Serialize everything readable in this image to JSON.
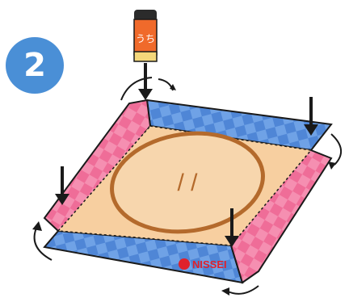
{
  "step": {
    "number": "2",
    "badge_color": "#4a8fd6"
  },
  "bottle": {
    "label": "うち",
    "color": "#f06a2b",
    "cap_color": "#2b2b2b",
    "band_color": "#f4d77a"
  },
  "mat": {
    "brand": "NISSEI",
    "ring_text": "/ /",
    "colors": {
      "ring": "#b46a2c",
      "center": "#f7cfa0",
      "blue_band": "#4f86d6",
      "pink_band": "#ef6d98",
      "outline": "#1a1a1a",
      "fold_line": "#1a1a1a"
    }
  },
  "instructions": {
    "icons": [
      "bottle-icon",
      "down-arrow-icon",
      "curved-arrow-icon",
      "fold-corner-icon"
    ]
  }
}
